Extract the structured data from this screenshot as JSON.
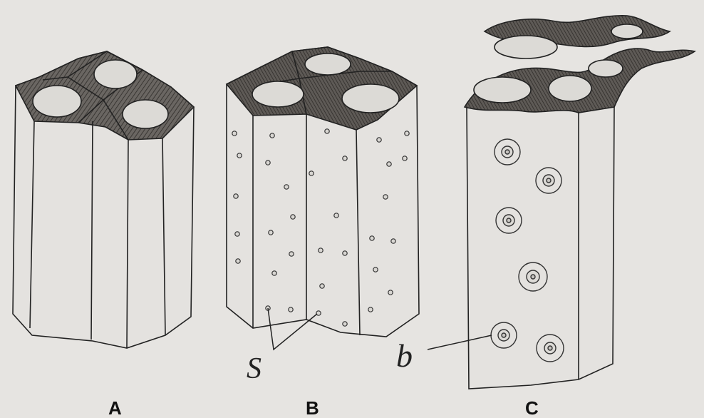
{
  "figure": {
    "panels": [
      {
        "id": "a",
        "label": "A"
      },
      {
        "id": "b",
        "label": "B",
        "annotation": "S"
      },
      {
        "id": "c",
        "label": "C",
        "annotation": "b"
      }
    ]
  }
}
